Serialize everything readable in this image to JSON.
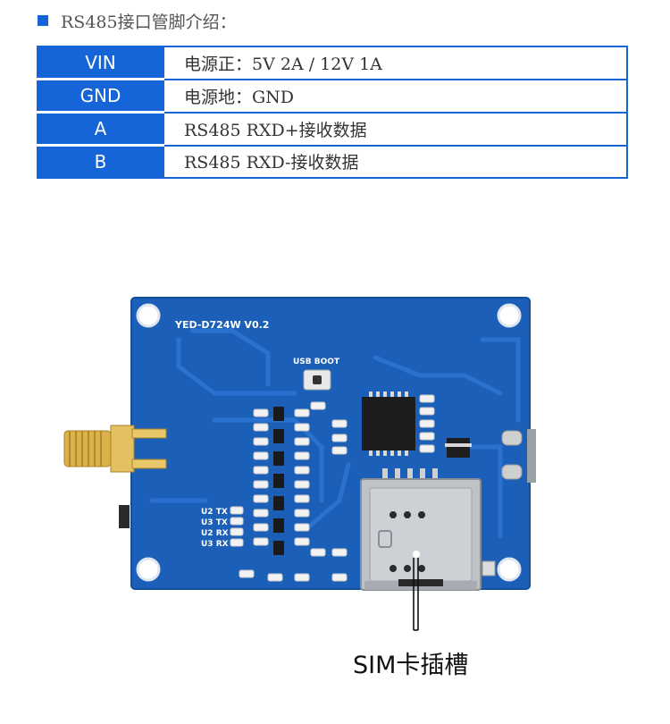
{
  "heading": "RS485接口管脚介绍：",
  "pins": [
    {
      "pin": "VIN",
      "desc": "电源正：5V 2A / 12V 1A"
    },
    {
      "pin": "GND",
      "desc": "电源地：GND"
    },
    {
      "pin": "A",
      "desc": "RS485 RXD+接收数据"
    },
    {
      "pin": "B",
      "desc": "RS485 RXD-接收数据"
    }
  ],
  "board": {
    "model_label": "YED-D724W V0.2",
    "button_label": "USB BOOT",
    "led_labels": [
      "U2 TX",
      "U3 TX",
      "U2 RX",
      "U3 RX"
    ]
  },
  "caption": "SIM卡插槽",
  "colors": {
    "accent": "#1565d8",
    "pcb": "#1b5fb8"
  }
}
